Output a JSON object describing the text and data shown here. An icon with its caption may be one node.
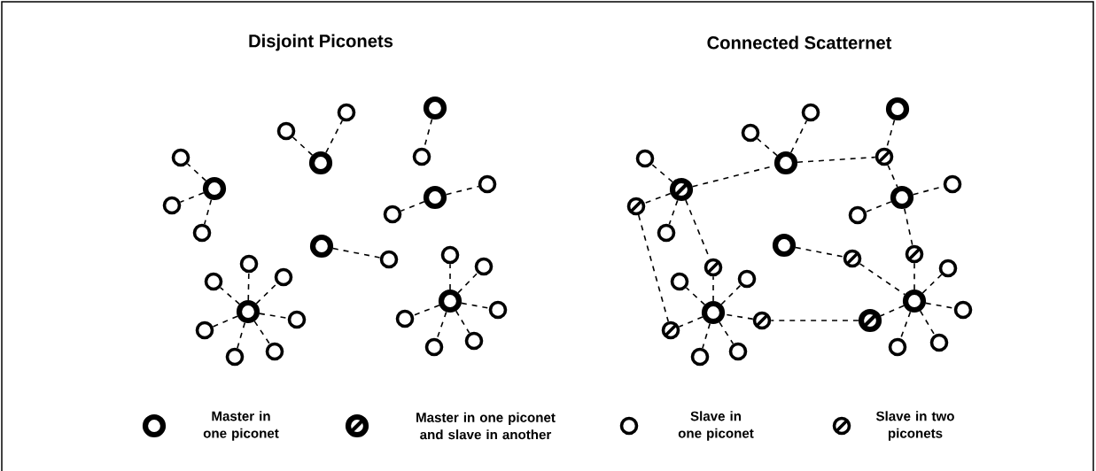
{
  "diagram": {
    "nodes": [
      {
        "text": [],
        "shape": "circle"
      },
      {
        "text": [],
        "shape": "circle"
      },
      {
        "text": [],
        "shape": "circle"
      },
      {
        "text": [],
        "shape": "circle"
      },
      {
        "text": [],
        "shape": "circle"
      },
      {
        "text": [],
        "shape": "circle"
      },
      {
        "text": [],
        "shape": "circle"
      },
      {
        "text": [],
        "shape": "circle"
      },
      {
        "text": [],
        "shape": "circle"
      },
      {
        "text": [],
        "shape": "circle"
      },
      {
        "text": [],
        "shape": "circle"
      },
      {
        "text": [],
        "shape": "circle"
      },
      {
        "text": [],
        "shape": "circle"
      },
      {
        "text": [],
        "shape": "circle"
      },
      {
        "text": [],
        "shape": "circle"
      },
      {
        "text": [],
        "shape": "circle"
      },
      {
        "text": [],
        "shape": "circle"
      },
      {
        "text": [],
        "shape": "circle"
      },
      {
        "text": [],
        "shape": "circle"
      },
      {
        "text": [],
        "shape": "circle"
      },
      {
        "text": [],
        "shape": "circle"
      },
      {
        "text": [],
        "shape": "circle"
      },
      {
        "text": [],
        "shape": "circle"
      },
      {
        "text": [],
        "shape": "circle"
      },
      {
        "text": [],
        "shape": "circle"
      },
      {
        "text": [],
        "shape": "circle"
      },
      {
        "text": [],
        "shape": "circle"
      },
      {
        "text": [],
        "shape": "circle"
      },
      {
        "text": [],
        "shape": "circle"
      },
      {
        "text": [],
        "shape": "circle"
      },
      {
        "text": [],
        "shape": "circle"
      },
      {
        "text": [],
        "shape": "circle"
      },
      {
        "text": [],
        "shape": "circle"
      },
      {
        "text": [],
        "shape": "circle"
      },
      {
        "text": [],
        "shape": "circle"
      },
      {
        "text": [],
        "shape": "circle"
      },
      {
        "text": [],
        "shape": "circle"
      },
      {
        "text": [],
        "shape": "circle"
      },
      {
        "text": [],
        "shape": "circle"
      },
      {
        "text": [],
        "shape": "circle"
      },
      {
        "text": [],
        "shape": "circle"
      },
      {
        "text": [],
        "shape": "circle"
      },
      {
        "text": [],
        "shape": "circle"
      },
      {
        "text": [],
        "shape": "circle"
      },
      {
        "text": [],
        "shape": "circle"
      },
      {
        "text": [],
        "shape": "circle"
      },
      {
        "text": [],
        "shape": "circle"
      },
      {
        "text": [],
        "shape": "circle"
      },
      {
        "text": [],
        "shape": "circle"
      },
      {
        "text": [],
        "shape": "circle"
      },
      {
        "text": [],
        "shape": "circle"
      },
      {
        "text": [],
        "shape": "circle"
      },
      {
        "text": [],
        "shape": "circle"
      },
      {
        "text": [],
        "shape": "circle"
      },
      {
        "text": [],
        "shape": "circle"
      },
      {
        "text": [],
        "shape": "circle"
      },
      {
        "text": [],
        "shape": "circle"
      },
      {
        "text": [],
        "shape": "circle"
      }
    ],
    "edges": [
      {
        "from": 1,
        "to": 0,
        "arrow": "none"
      },
      {
        "from": 1,
        "to": 2,
        "arrow": "none"
      },
      {
        "from": 1,
        "to": 3,
        "arrow": "none"
      },
      {
        "from": 6,
        "to": 4,
        "arrow": "none"
      },
      {
        "from": 6,
        "to": 5,
        "arrow": "none"
      },
      {
        "from": 7,
        "to": 8,
        "arrow": "none"
      },
      {
        "from": 10,
        "to": 9,
        "arrow": "none"
      },
      {
        "from": 10,
        "to": 11,
        "arrow": "none"
      },
      {
        "from": 12,
        "to": 13,
        "arrow": "none"
      },
      {
        "from": 17,
        "to": 14,
        "arrow": "none"
      },
      {
        "from": 17,
        "to": 15,
        "arrow": "none"
      },
      {
        "from": 17,
        "to": 16,
        "arrow": "none"
      },
      {
        "from": 17,
        "to": 18,
        "arrow": "none"
      },
      {
        "from": 17,
        "to": 19,
        "arrow": "none"
      },
      {
        "from": 17,
        "to": 20,
        "arrow": "none"
      },
      {
        "from": 17,
        "to": 21,
        "arrow": "none"
      },
      {
        "from": 24,
        "to": 22,
        "arrow": "none"
      },
      {
        "from": 24,
        "to": 23,
        "arrow": "none"
      },
      {
        "from": 24,
        "to": 25,
        "arrow": "none"
      },
      {
        "from": 24,
        "to": 26,
        "arrow": "none"
      },
      {
        "from": 24,
        "to": 27,
        "arrow": "none"
      },
      {
        "from": 24,
        "to": 28,
        "arrow": "none"
      },
      {
        "from": 30,
        "to": 29,
        "arrow": "none"
      },
      {
        "from": 30,
        "to": 31,
        "arrow": "none"
      },
      {
        "from": 30,
        "to": 32,
        "arrow": "none"
      },
      {
        "from": 30,
        "to": 35,
        "arrow": "none"
      },
      {
        "from": 30,
        "to": 44,
        "arrow": "none"
      },
      {
        "from": 35,
        "to": 33,
        "arrow": "none"
      },
      {
        "from": 35,
        "to": 34,
        "arrow": "none"
      },
      {
        "from": 35,
        "to": 37,
        "arrow": "none"
      },
      {
        "from": 36,
        "to": 37,
        "arrow": "none"
      },
      {
        "from": 37,
        "to": 39,
        "arrow": "none"
      },
      {
        "from": 39,
        "to": 38,
        "arrow": "none"
      },
      {
        "from": 39,
        "to": 40,
        "arrow": "none"
      },
      {
        "from": 39,
        "to": 43,
        "arrow": "none"
      },
      {
        "from": 41,
        "to": 42,
        "arrow": "none"
      },
      {
        "from": 42,
        "to": 48,
        "arrow": "none"
      },
      {
        "from": 43,
        "to": 48,
        "arrow": "none"
      },
      {
        "from": 48,
        "to": 45,
        "arrow": "none"
      },
      {
        "from": 48,
        "to": 50,
        "arrow": "none"
      },
      {
        "from": 48,
        "to": 54,
        "arrow": "none"
      },
      {
        "from": 48,
        "to": 55,
        "arrow": "none"
      },
      {
        "from": 48,
        "to": 52,
        "arrow": "none"
      },
      {
        "from": 52,
        "to": 51,
        "arrow": "none"
      },
      {
        "from": 51,
        "to": 49,
        "arrow": "none"
      },
      {
        "from": 49,
        "to": 44,
        "arrow": "none"
      },
      {
        "from": 49,
        "to": 46,
        "arrow": "none"
      },
      {
        "from": 49,
        "to": 47,
        "arrow": "none"
      },
      {
        "from": 49,
        "to": 53,
        "arrow": "none"
      },
      {
        "from": 49,
        "to": 56,
        "arrow": "none"
      },
      {
        "from": 49,
        "to": 57,
        "arrow": "none"
      },
      {
        "from": 31,
        "to": 53,
        "arrow": "none"
      }
    ],
    "labels": [
      "Disjoint Piconets",
      "Connected Scatternet"
    ],
    "legend": [
      {
        "text": "Master in one piconet"
      },
      {
        "text": "Master in one piconet and slave in another"
      },
      {
        "text": "Slave in one piconet"
      },
      {
        "text": "Slave in two piconets"
      }
    ]
  }
}
